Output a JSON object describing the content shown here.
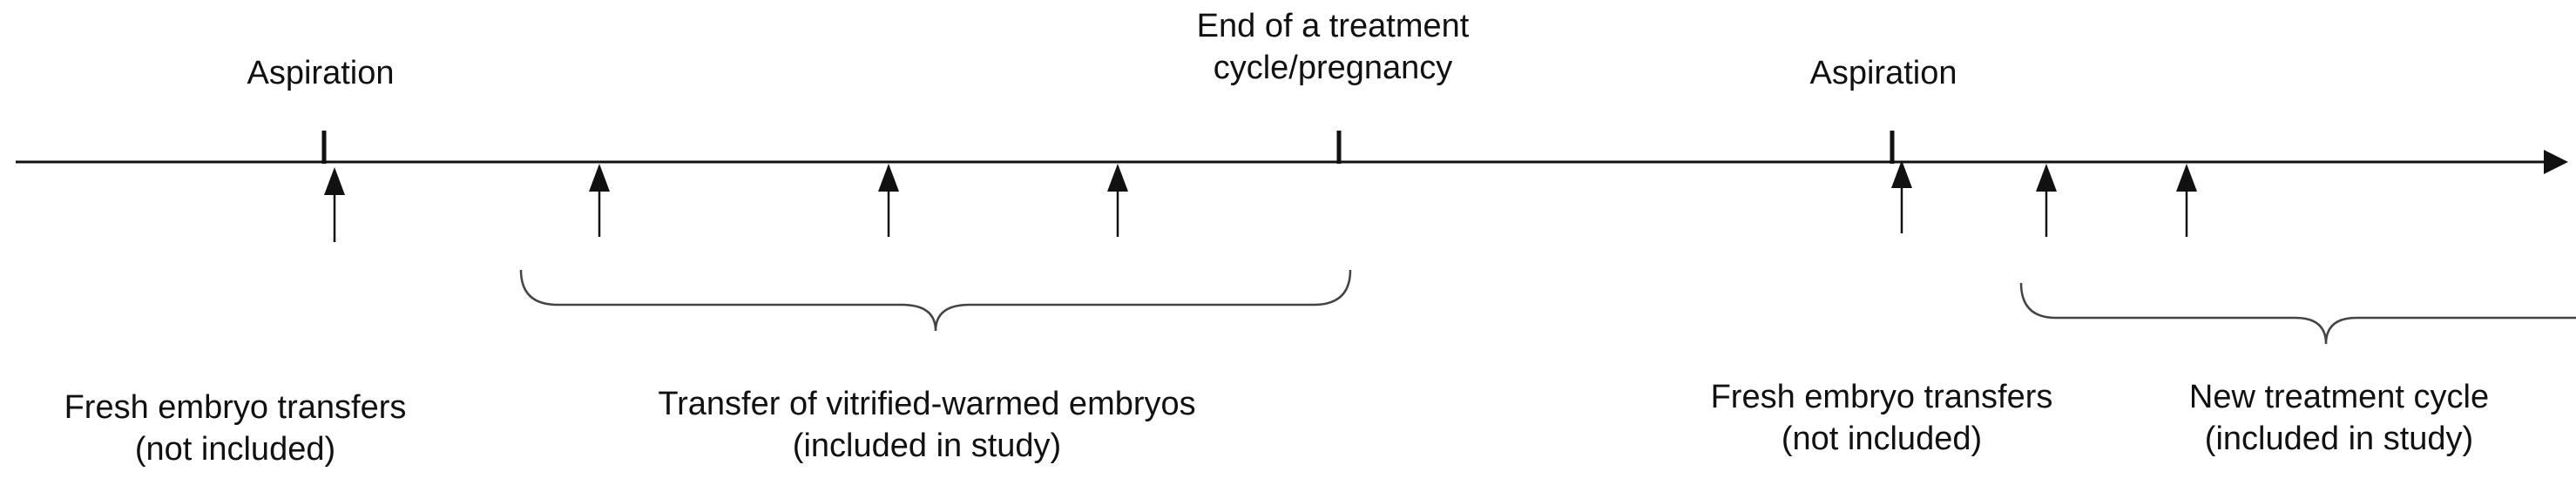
{
  "labels": {
    "aspiration_1": "Aspiration",
    "end_of_cycle": [
      "End of a treatment",
      "cycle/pregnancy"
    ],
    "aspiration_2": "Aspiration",
    "fresh_transfers_1": [
      "Fresh embryo transfers",
      "(not included)"
    ],
    "vitrified_transfers": [
      "Transfer of vitrified-warmed embryos",
      "(included in study)"
    ],
    "fresh_transfers_2": [
      "Fresh embryo transfers",
      "(not included)"
    ],
    "new_treatment_cycle": [
      "New treatment cycle",
      "(included in study)"
    ]
  },
  "colors": {
    "line": "#111111",
    "brace": "#444444",
    "text": "#111111"
  }
}
